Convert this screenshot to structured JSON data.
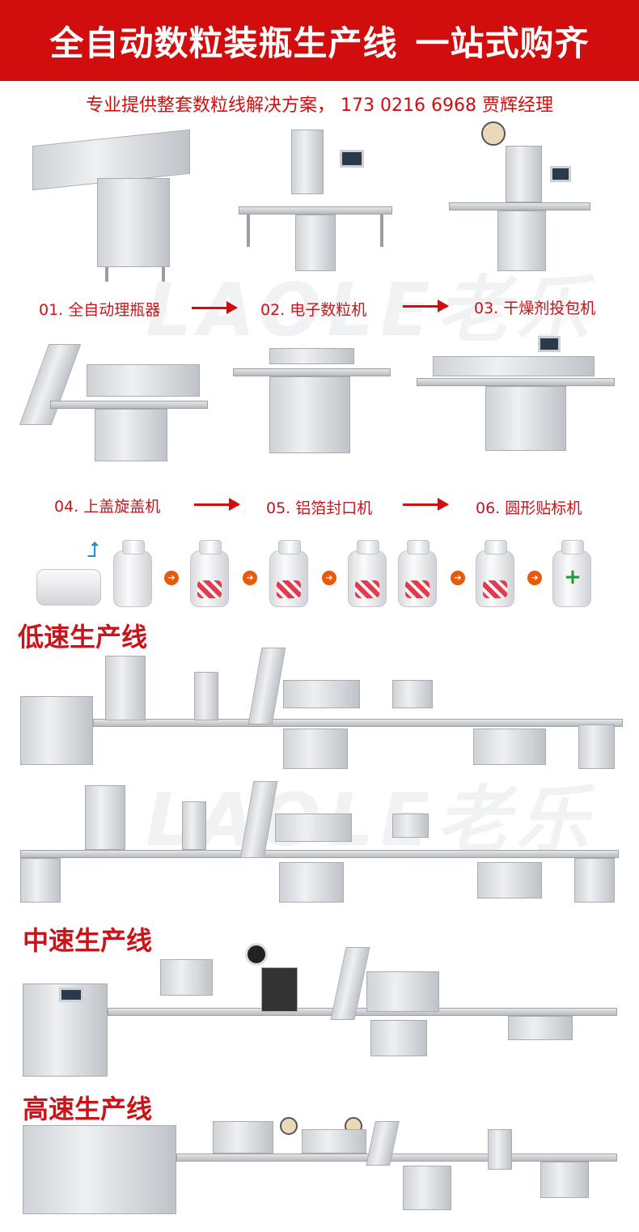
{
  "header": {
    "title": "全自动数粒装瓶生产线",
    "slogan": "一站式购齐"
  },
  "subtitle": {
    "text": "专业提供整套数粒线解决方案，",
    "phone": "173 0216 6968",
    "contact": "贾辉经理"
  },
  "machines": [
    {
      "label": "01. 全自动理瓶器"
    },
    {
      "label": "02. 电子数粒机"
    },
    {
      "label": "03. 干燥剂投包机"
    },
    {
      "label": "04. 上盖旋盖机"
    },
    {
      "label": "05. 铝箔封口机"
    },
    {
      "label": "06. 圆形贴标机"
    }
  ],
  "watermark": "LAOLE老乐",
  "sections": {
    "low": "低速生产线",
    "mid": "中速生产线",
    "high": "高速生产线"
  },
  "colors": {
    "brand_red": "#d20d0e",
    "step_orange": "#e55a0c"
  }
}
